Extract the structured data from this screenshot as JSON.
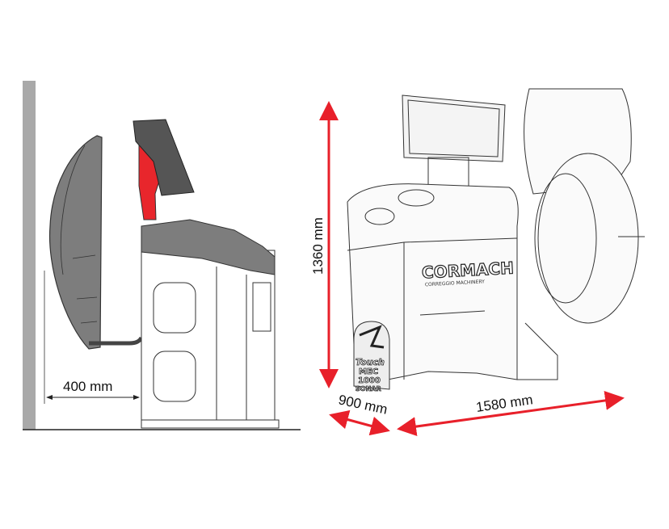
{
  "dimensions": {
    "clearance": "400 mm",
    "height": "1360 mm",
    "depth": "900 mm",
    "width": "1580 mm"
  },
  "machine": {
    "brand": "CORMACH",
    "brand_tagline": "CORREGGIO MACHINERY",
    "model_lines": [
      "Touch",
      "MEC",
      "1000",
      "SONAR"
    ]
  },
  "colors": {
    "arrow_red": "#e8202a",
    "arm_red": "#e8262c",
    "body_gray": "#7d7d7d",
    "dark_gray": "#555555",
    "wall_gray": "#a9a9a9"
  }
}
